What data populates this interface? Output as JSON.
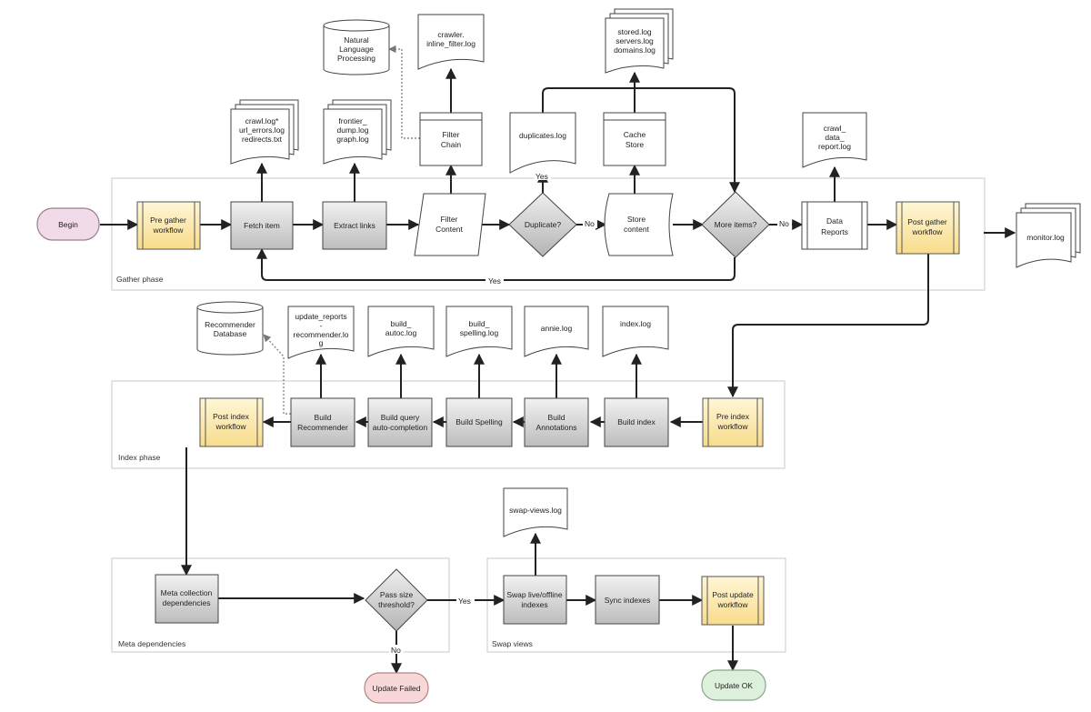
{
  "phases": {
    "gather": "Gather phase",
    "index": "Index phase",
    "meta": "Meta dependencies",
    "swap": "Swap views"
  },
  "nodes": {
    "begin": "Begin",
    "pre_gather": [
      "Pre gather",
      "workflow"
    ],
    "fetch_item": "Fetch item",
    "extract_links": "Extract links",
    "filter_content": [
      "Filter",
      "Content"
    ],
    "duplicate": "Duplicate?",
    "store_content": [
      "Store",
      "content"
    ],
    "more_items": "More items?",
    "data_reports": [
      "Data",
      "Reports"
    ],
    "post_gather": [
      "Post gather",
      "workflow"
    ],
    "filter_chain": [
      "Filter",
      "Chain"
    ],
    "cache_store": [
      "Cache",
      "Store"
    ],
    "nlp_db": [
      "Natural",
      "Language",
      "Processing"
    ],
    "pre_index": [
      "Pre index",
      "workflow"
    ],
    "build_index": "Build index",
    "build_annotations": [
      "Build",
      "Annotations"
    ],
    "build_spelling": "Build Spelling",
    "build_autocompletion": [
      "Build query",
      "auto-completion"
    ],
    "build_recommender": [
      "Build",
      "Recommender"
    ],
    "post_index": [
      "Post index",
      "workflow"
    ],
    "recommender_db": [
      "Recommender",
      "Database"
    ],
    "meta_collection": [
      "Meta collection",
      "dependencies"
    ],
    "pass_size": [
      "Pass size",
      "threshold?"
    ],
    "swap_indexes": [
      "Swap live/offline",
      "indexes"
    ],
    "sync_indexes": "Sync indexes",
    "post_update": [
      "Post update",
      "workflow"
    ],
    "update_failed": "Update Failed",
    "update_ok": "Update OK"
  },
  "logs": {
    "crawl": [
      "crawl.log*",
      "url_errors.log",
      "redirects.txt"
    ],
    "frontier": [
      "frontier_",
      "dump.log",
      "graph.log"
    ],
    "inline_filter": [
      "crawler.",
      "inline_filter.log"
    ],
    "stored": [
      "stored.log",
      "servers.log",
      "domains.log"
    ],
    "duplicates": [
      "duplicates.log"
    ],
    "crawl_data_report": [
      "crawl_",
      "data_",
      "report.log"
    ],
    "monitor": [
      "monitor.log"
    ],
    "update_reports": [
      "update_reports",
      "-",
      "recommender.lo",
      "g"
    ],
    "build_autoc": [
      "build_",
      "autoc.log"
    ],
    "build_spelling": [
      "build_",
      "spelling.log"
    ],
    "annie": [
      "annie.log"
    ],
    "index": [
      "index.log"
    ],
    "swap_views": [
      "swap-views.log"
    ]
  },
  "edge_labels": {
    "yes": "Yes",
    "no": "No"
  },
  "colors": {
    "begin_fill": "#f2dbe8",
    "begin_stroke": "#9a7d8d",
    "workflow_fill": "#fdedb8",
    "workflow_stroke": "#c8a84a",
    "process_fill": "#d5d5d5",
    "decision_fill": "#c8c8c8",
    "fail_fill": "#f7d7d7",
    "ok_fill": "#ddf0dc",
    "phase_border": "#c8c8c8"
  }
}
